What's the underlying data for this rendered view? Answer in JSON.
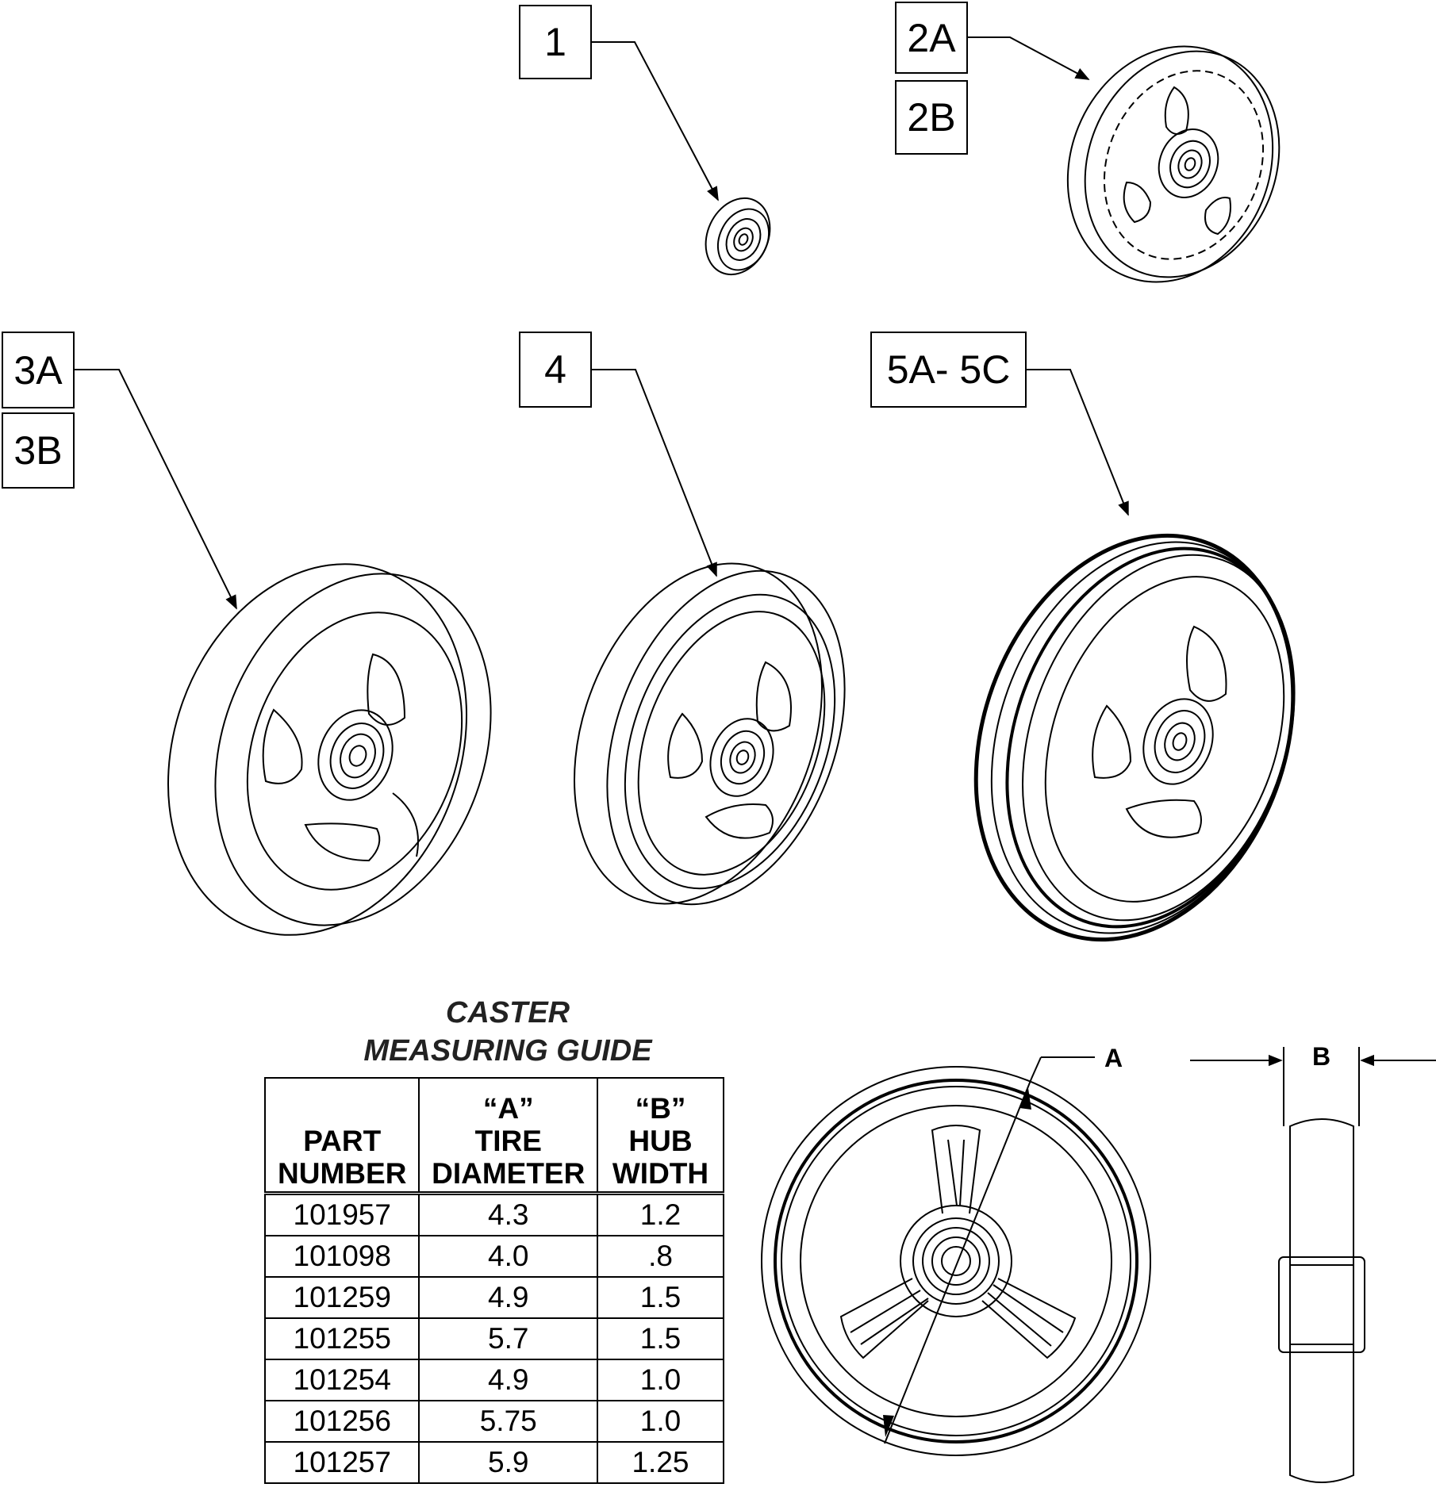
{
  "callouts": {
    "c1": "1",
    "c2a": "2A",
    "c2b": "2B",
    "c3a": "3A",
    "c3b": "3B",
    "c4": "4",
    "c5": "5A- 5C"
  },
  "guide": {
    "title_line1": "CASTER",
    "title_line2": "MEASURING GUIDE",
    "headers": {
      "part_line2": "PART",
      "part_line3": "NUMBER",
      "a_line1": "“A”",
      "a_line2": "TIRE",
      "a_line3": "DIAMETER",
      "b_line1": "“B”",
      "b_line2": "HUB",
      "b_line3": "WIDTH"
    },
    "rows": [
      {
        "part": "101957",
        "tire": "4.3",
        "hub": "1.2"
      },
      {
        "part": "101098",
        "tire": "4.0",
        "hub": ".8"
      },
      {
        "part": "101259",
        "tire": "4.9",
        "hub": "1.5"
      },
      {
        "part": "101255",
        "tire": "5.7",
        "hub": "1.5"
      },
      {
        "part": "101254",
        "tire": "4.9",
        "hub": "1.0"
      },
      {
        "part": "101256",
        "tire": "5.75",
        "hub": "1.0"
      },
      {
        "part": "101257",
        "tire": "5.9",
        "hub": "1.25"
      }
    ]
  },
  "dimensions": {
    "a_label": "A",
    "b_label": "B"
  }
}
